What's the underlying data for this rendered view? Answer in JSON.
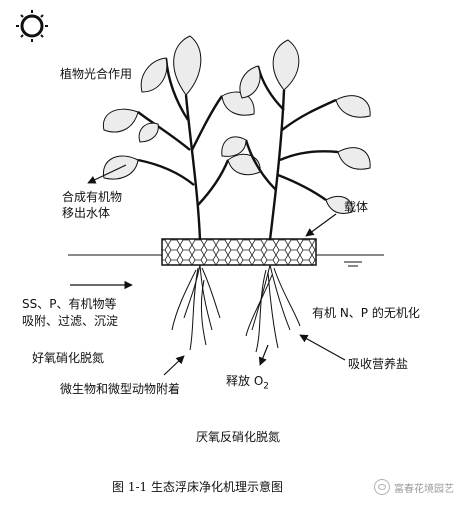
{
  "labels": {
    "photosynthesis": "植物光合作用",
    "organic_synthesis_line1": "合成有机物",
    "organic_synthesis_line2": "移出水体",
    "carrier": "载体",
    "pollutants_line1": "SS、P、有机物等",
    "pollutants_line2": "吸附、过滤、沉淀",
    "inorganic": "有机 N、P 的无机化",
    "aerobic": "好氧硝化脱氮",
    "nutrient_uptake": "吸收营养盐",
    "release_o2_prefix": "释放 O",
    "release_o2_sub": "2",
    "microbes": "微生物和微型动物附着",
    "anaerobic": "厌氧反硝化脱氮"
  },
  "caption": "图 1-1  生态浮床净化机理示意图",
  "watermark": "富春花境园艺",
  "icons": {
    "sun": "sun-icon",
    "wechat": "wechat-icon"
  }
}
